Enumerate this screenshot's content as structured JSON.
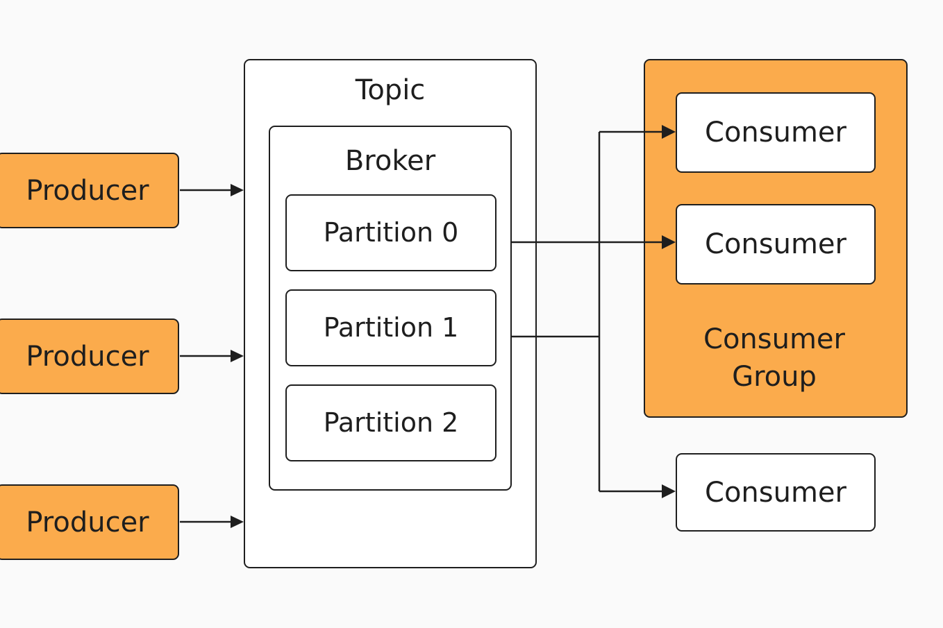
{
  "producers": [
    {
      "label": "Producer"
    },
    {
      "label": "Producer"
    },
    {
      "label": "Producer"
    }
  ],
  "topic": {
    "title": "Topic",
    "broker": {
      "title": "Broker",
      "partitions": [
        {
          "label": "Partition 0"
        },
        {
          "label": "Partition 1"
        },
        {
          "label": "Partition 2"
        }
      ]
    }
  },
  "consumer_group": {
    "title": "Consumer Group",
    "consumers": [
      {
        "label": "Consumer"
      },
      {
        "label": "Consumer"
      }
    ]
  },
  "standalone_consumer": {
    "label": "Consumer"
  },
  "colors": {
    "accent": "#fbab4c",
    "stroke": "#1e1e1e",
    "background": "#fafafa",
    "box_fill": "#ffffff"
  }
}
